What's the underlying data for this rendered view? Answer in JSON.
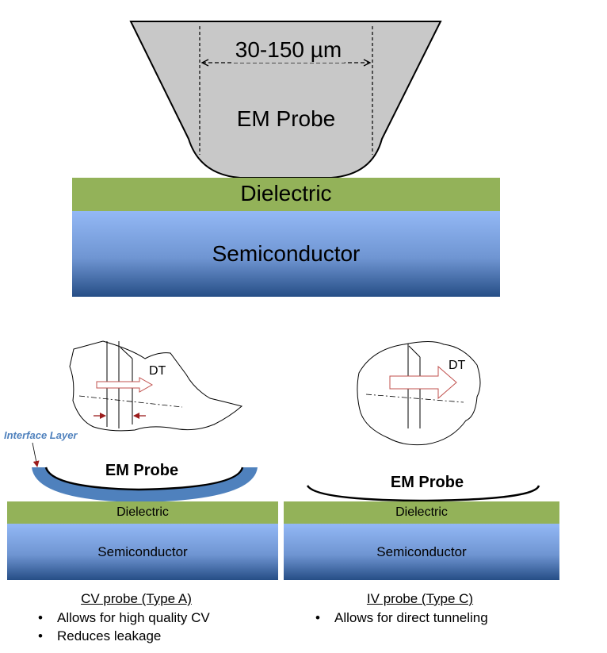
{
  "top_diagram": {
    "dimension_label": "30-150 µm",
    "probe_label": "EM Probe",
    "dielectric_label": "Dielectric",
    "semiconductor_label": "Semiconductor"
  },
  "type_a": {
    "tip_label": "DT",
    "interface_label": "Interface Layer",
    "probe_label": "EM Probe",
    "dielectric_label": "Dielectric",
    "semiconductor_label": "Semiconductor",
    "caption": "CV probe (Type A)",
    "bullets": [
      "Allows for high quality CV",
      "Reduces leakage"
    ]
  },
  "type_c": {
    "tip_label": "DT",
    "probe_label": "EM Probe",
    "dielectric_label": "Dielectric",
    "semiconductor_label": "Semiconductor",
    "caption": "IV probe (Type C)",
    "bullets": [
      "Allows for direct tunneling"
    ]
  },
  "colors": {
    "dielectric": "#93b259",
    "semiconductor_top": "#93b8f5",
    "semiconductor_bottom": "#264e86",
    "probe_fill": "#c8c8c8",
    "interface_layer": "#4f81bd",
    "arrow": "#c0504d"
  }
}
